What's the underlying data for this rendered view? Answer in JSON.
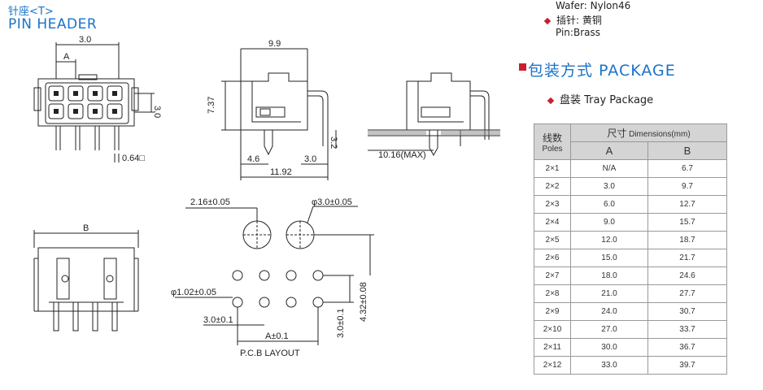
{
  "header": {
    "title_cn": "针座<T>",
    "title_en": "PIN HEADER"
  },
  "materials": {
    "wafer": "Wafer:  Nylon46",
    "pin_cn": "插针:  黄铜",
    "pin": "Pin:Brass"
  },
  "package": {
    "title": "包装方式  PACKAGE",
    "tray": "盘装  Tray  Package"
  },
  "drawing": {
    "top_width": "3.0",
    "pitch_a": "A",
    "height_30": "3.0",
    "pin_sq": "0.64□",
    "side_top": "9.9",
    "side_height": "7.37",
    "side_32": "3.2",
    "side_46": "4.6",
    "side_30": "3.0",
    "side_1192": "11.92",
    "max_label": "10.16(MAX)",
    "b_label": "B",
    "hole_big": "2.16±0.05",
    "hole_phi30": "φ3.0±0.05",
    "hole_small": "φ1.02±0.05",
    "pcb_30h": "3.0±0.1",
    "pcb_a": "A±0.1",
    "pcb_30v": "3.0±0.1",
    "pcb_432": "4.32±0.08",
    "pcb_layout": "P.C.B LAYOUT"
  },
  "table": {
    "col_poles_cn": "线数",
    "col_poles_en": "Poles",
    "col_dim_cn": "尺寸",
    "col_dim_en": "Dimensions(mm)",
    "col_a": "A",
    "col_b": "B",
    "rows": [
      {
        "poles": "2×1",
        "a": "N/A",
        "b": "6.7"
      },
      {
        "poles": "2×2",
        "a": "3.0",
        "b": "9.7"
      },
      {
        "poles": "2×3",
        "a": "6.0",
        "b": "12.7"
      },
      {
        "poles": "2×4",
        "a": "9.0",
        "b": "15.7"
      },
      {
        "poles": "2×5",
        "a": "12.0",
        "b": "18.7"
      },
      {
        "poles": "2×6",
        "a": "15.0",
        "b": "21.7"
      },
      {
        "poles": "2×7",
        "a": "18.0",
        "b": "24.6"
      },
      {
        "poles": "2×8",
        "a": "21.0",
        "b": "27.7"
      },
      {
        "poles": "2×9",
        "a": "24.0",
        "b": "30.7"
      },
      {
        "poles": "2×10",
        "a": "27.0",
        "b": "33.7"
      },
      {
        "poles": "2×11",
        "a": "30.0",
        "b": "36.7"
      },
      {
        "poles": "2×12",
        "a": "33.0",
        "b": "39.7"
      }
    ]
  }
}
